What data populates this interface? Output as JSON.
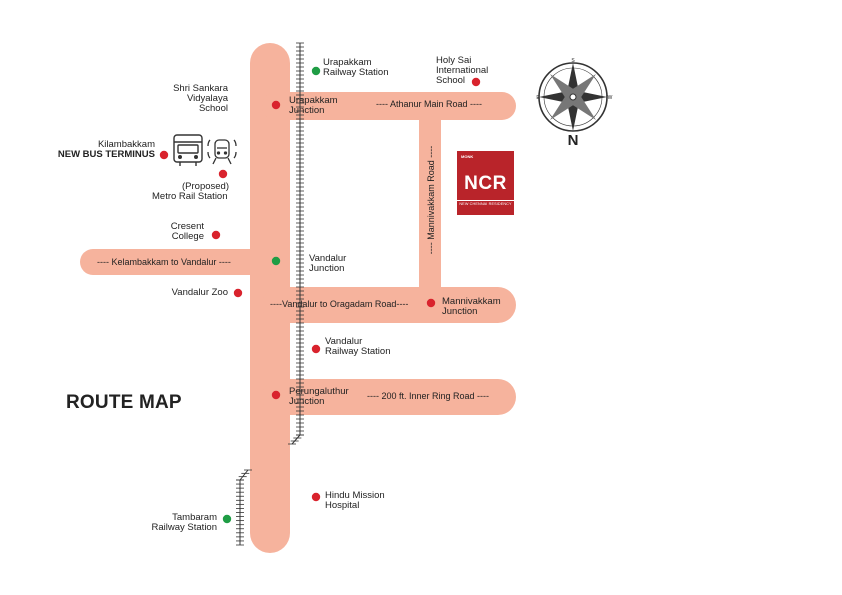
{
  "title": "ROUTE MAP",
  "compass": {
    "n": "N",
    "s": "S",
    "e": "E",
    "w": "W"
  },
  "colors": {
    "road": "#f6b39d",
    "marker_red": "#d9232d",
    "marker_green": "#1f9d45",
    "brand": "#b9242a"
  },
  "roads": {
    "athanur": "---- Athanur Main Road ----",
    "kelambakkam": "---- Kelambakkam to Vandalur ----",
    "oragadam": "----Vandalur to Oragadam Road----",
    "ring": "---- 200 ft. Inner Ring Road ----",
    "mannivakkam": "---- Mannivakkam Road ----"
  },
  "places": {
    "urapakkam_rs": [
      "Urapakkam",
      "Railway Station"
    ],
    "holy_sai": [
      "Holy Sai",
      "International",
      "School"
    ],
    "shri_sankara": [
      "Shri Sankara",
      "Vidyalaya",
      "School"
    ],
    "urapakkam_jn": [
      "Urapakkam",
      "Junction"
    ],
    "kilambakkam": [
      "Kilambakkam",
      "NEW BUS TERMINUS"
    ],
    "metro": [
      "(Proposed)",
      "Metro Rail Station"
    ],
    "cresent": [
      "Cresent",
      "College"
    ],
    "vandalur_jn": [
      "Vandalur",
      "Junction"
    ],
    "vandalur_zoo": [
      "Vandalur Zoo"
    ],
    "mannivakkam_jn": [
      "Mannivakkam",
      "Junction"
    ],
    "vandalur_rs": [
      "Vandalur",
      "Railway Station"
    ],
    "perungaluthur": [
      "Perungaluthur",
      "Junction"
    ],
    "hindu_mission": [
      "Hindu Mission",
      "Hospital"
    ],
    "tambaram": [
      "Tambaram",
      "Railway Station"
    ]
  },
  "logo": {
    "brand": "MONK",
    "word": "NCR",
    "subtitle": "NEW CHENNAI RESIDENCY"
  }
}
